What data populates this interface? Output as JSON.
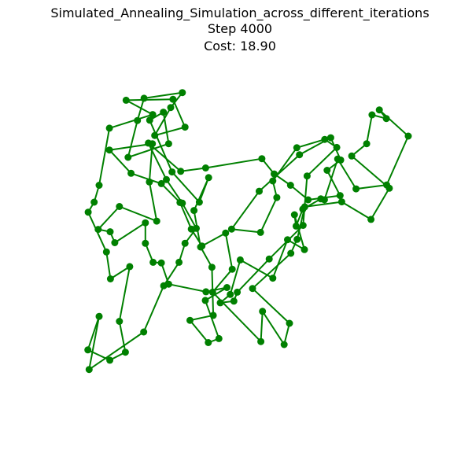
{
  "chart_data": {
    "type": "line",
    "title": "Simulated_Annealing_Simulation_across_different_iterations",
    "subtitle_step": "Step 4000",
    "subtitle_cost": "Cost: 18.90",
    "xlabel": "",
    "ylabel": "",
    "axes_visible": false,
    "grid": false,
    "xlim": [
      0,
      1
    ],
    "ylim": [
      0,
      1
    ],
    "series": [
      {
        "color": "#008000",
        "closed": true,
        "marker": "circle",
        "x": [
          0.037,
          0.103,
          0.15,
          0.132,
          0.163,
          0.105,
          0.093,
          0.038,
          0.056,
          0.071,
          0.102,
          0.232,
          0.152,
          0.293,
          0.329,
          0.238,
          0.286,
          0.321,
          0.206,
          0.186,
          0.158,
          0.28,
          0.264,
          0.223,
          0.29,
          0.372,
          0.4,
          0.356,
          0.376,
          0.41,
          0.414,
          0.344,
          0.399,
          0.431,
          0.39,
          0.455,
          0.392,
          0.28,
          0.258,
          0.233,
          0.21,
          0.21,
          0.118,
          0.104,
          0.068,
          0.132,
          0.244,
          0.222,
          0.231,
          0.102,
          0.167,
          0.258,
          0.314,
          0.348,
          0.38,
          0.451,
          0.471,
          0.412,
          0.557,
          0.562,
          0.627,
          0.643,
          0.532,
          0.647,
          0.666,
          0.689,
          0.8,
          0.888,
          0.943,
          0.83,
          0.875,
          0.891,
          0.934,
          0.913,
          1.0,
          0.935,
          0.843,
          0.788,
          0.748,
          0.737,
          0.683,
          0.663,
          0.658,
          0.688,
          0.637,
          0.593,
          0.495,
          0.465,
          0.435,
          0.476,
          0.486,
          0.582,
          0.684,
          0.696,
          0.785,
          0.749,
          0.665,
          0.593,
          0.605,
          0.556,
          0.469,
          0.552,
          0.673,
          0.767,
          0.797,
          0.756,
          0.795,
          0.699,
          0.646,
          0.597,
          0.56,
          0.391,
          0.316,
          0.219,
          0.273,
          0.321,
          0.363,
          0.329,
          0.311,
          0.265,
          0.205,
          0.041,
          0.071
        ],
        "y": [
          0.164,
          0.133,
          0.157,
          0.25,
          0.415,
          0.378,
          0.459,
          0.579,
          0.609,
          0.66,
          0.832,
          0.873,
          0.916,
          0.919,
          0.835,
          0.81,
          0.894,
          0.939,
          0.922,
          0.855,
          0.744,
          0.785,
          0.88,
          0.856,
          0.7,
          0.609,
          0.683,
          0.584,
          0.474,
          0.413,
          0.268,
          0.253,
          0.186,
          0.198,
          0.313,
          0.352,
          0.339,
          0.362,
          0.426,
          0.428,
          0.485,
          0.547,
          0.487,
          0.52,
          0.527,
          0.596,
          0.552,
          0.67,
          0.785,
          0.766,
          0.696,
          0.665,
          0.608,
          0.528,
          0.477,
          0.516,
          0.407,
          0.338,
          0.189,
          0.28,
          0.18,
          0.244,
          0.349,
          0.455,
          0.497,
          0.595,
          0.61,
          0.557,
          0.651,
          0.748,
          0.785,
          0.872,
          0.861,
          0.887,
          0.808,
          0.661,
          0.649,
          0.739,
          0.616,
          0.619,
          0.588,
          0.537,
          0.571,
          0.466,
          0.496,
          0.38,
          0.435,
          0.331,
          0.306,
          0.311,
          0.338,
          0.438,
          0.539,
          0.688,
          0.774,
          0.798,
          0.773,
          0.673,
          0.623,
          0.518,
          0.528,
          0.642,
          0.752,
          0.803,
          0.736,
          0.705,
          0.629,
          0.616,
          0.66,
          0.694,
          0.74,
          0.712,
          0.702,
          0.787,
          0.677,
          0.606,
          0.53,
          0.485,
          0.428,
          0.357,
          0.218,
          0.105,
          0.265
        ]
      }
    ]
  }
}
